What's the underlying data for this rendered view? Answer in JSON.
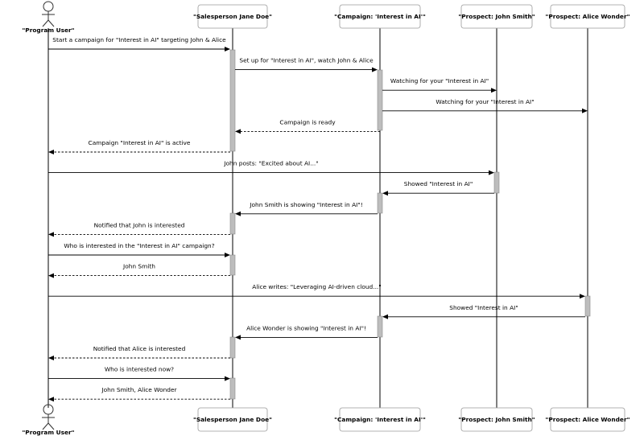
{
  "participants": [
    {
      "id": "user",
      "label": "\"Program User\"",
      "kind": "actor"
    },
    {
      "id": "jane",
      "label": "\"Salesperson Jane Doe\"",
      "kind": "box"
    },
    {
      "id": "campaign",
      "label": "\"Campaign: 'Interest in AI'\"",
      "kind": "box"
    },
    {
      "id": "john",
      "label": "\"Prospect: John Smith\"",
      "kind": "box"
    },
    {
      "id": "alice",
      "label": "\"Prospect: Alice Wonder\"",
      "kind": "box"
    }
  ],
  "messages": [
    {
      "from": "user",
      "to": "jane",
      "text": "Start a campaign for \"Interest in AI\" targeting John & Alice",
      "style": "solid"
    },
    {
      "from": "jane",
      "to": "campaign",
      "text": "Set up for \"Interest in AI\", watch John & Alice",
      "style": "solid"
    },
    {
      "from": "campaign",
      "to": "john",
      "text": "Watching for your \"Interest in AI\"",
      "style": "solid"
    },
    {
      "from": "campaign",
      "to": "alice",
      "text": "Watching for your \"Interest in AI\"",
      "style": "solid"
    },
    {
      "from": "campaign",
      "to": "jane",
      "text": "Campaign is ready",
      "style": "dashed"
    },
    {
      "from": "jane",
      "to": "user",
      "text": "Campaign \"Interest in AI\" is active",
      "style": "dashed"
    },
    {
      "from": "user",
      "to": "john",
      "text": "John posts: \"Excited about AI...\"",
      "style": "solid"
    },
    {
      "from": "john",
      "to": "campaign",
      "text": "Showed \"Interest in AI\"",
      "style": "solid"
    },
    {
      "from": "campaign",
      "to": "jane",
      "text": "John Smith is showing \"Interest in AI\"!",
      "style": "solid"
    },
    {
      "from": "jane",
      "to": "user",
      "text": "Notified that John is interested",
      "style": "dashed"
    },
    {
      "from": "user",
      "to": "jane",
      "text": "Who is interested in the \"Interest in AI\" campaign?",
      "style": "solid"
    },
    {
      "from": "jane",
      "to": "user",
      "text": "John Smith",
      "style": "dashed"
    },
    {
      "from": "user",
      "to": "alice",
      "text": "Alice writes: \"Leveraging AI-driven cloud...\"",
      "style": "solid"
    },
    {
      "from": "alice",
      "to": "campaign",
      "text": "Showed \"Interest in AI\"",
      "style": "solid"
    },
    {
      "from": "campaign",
      "to": "jane",
      "text": "Alice Wonder is showing \"Interest in AI\"!",
      "style": "solid"
    },
    {
      "from": "jane",
      "to": "user",
      "text": "Notified that Alice is interested",
      "style": "dashed"
    },
    {
      "from": "user",
      "to": "jane",
      "text": "Who is interested now?",
      "style": "solid"
    },
    {
      "from": "jane",
      "to": "user",
      "text": "John Smith, Alice Wonder",
      "style": "dashed"
    }
  ]
}
